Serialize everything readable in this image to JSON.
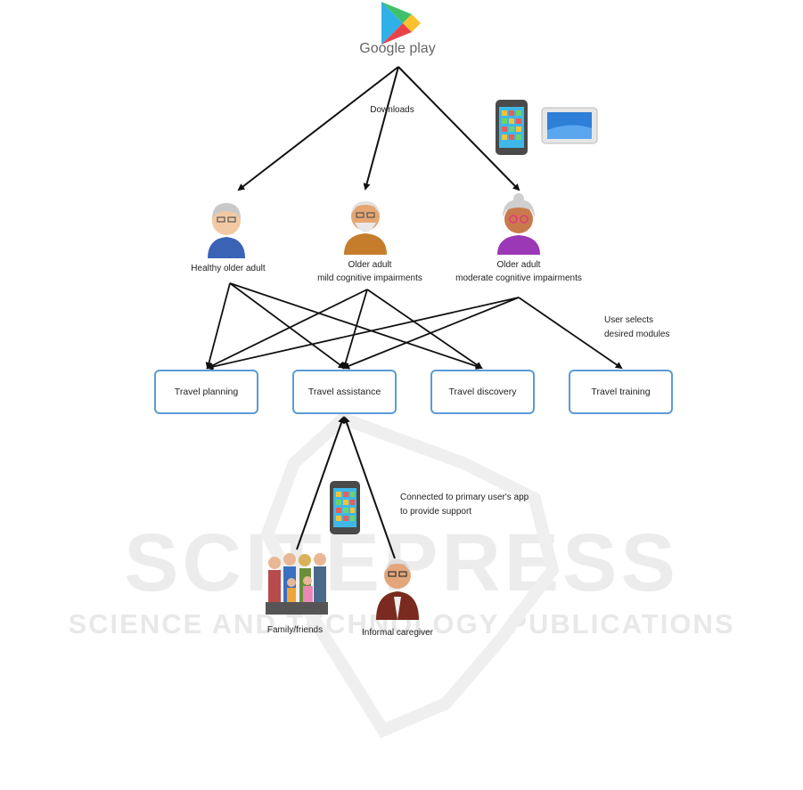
{
  "logo": {
    "name": "google-play-logo",
    "text": "Google play"
  },
  "watermark": {
    "main": "SCITEPRESS",
    "sub": "SCIENCE AND TECHNOLOGY PUBLICATIONS"
  },
  "edge_labels": {
    "downloads": "Downloads",
    "user_selects_1": "User selects",
    "user_selects_2": "desired modules",
    "connected_1": "Connected to primary user's app",
    "connected_2": "to provide support"
  },
  "users": [
    {
      "line1": "Healthy older adult",
      "line2": ""
    },
    {
      "line1": "Older adult",
      "line2": "mild cognitive impairments"
    },
    {
      "line1": "Older adult",
      "line2": "moderate cognitive impairments"
    }
  ],
  "modules": [
    {
      "label": "Travel planning"
    },
    {
      "label": "Travel assistance"
    },
    {
      "label": "Travel discovery"
    },
    {
      "label": "Travel training"
    }
  ],
  "supporters": [
    {
      "label": "Family/friends"
    },
    {
      "label": "Informal caregiver"
    }
  ],
  "icons": [
    "google-play-icon",
    "smartphone-icon",
    "tablet-icon",
    "older-man-icon",
    "older-man-beard-icon",
    "older-woman-icon",
    "family-group-icon",
    "caregiver-icon"
  ]
}
